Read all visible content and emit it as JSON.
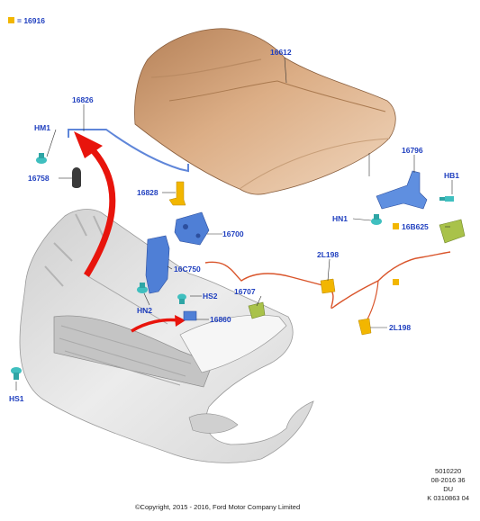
{
  "legend": {
    "swatch_color": "#f2b600",
    "label": "= 16916"
  },
  "parts": {
    "hood": "16612",
    "hood_rod": "16826",
    "hm1_left": "HM1",
    "insulator": "16758",
    "striker": "16828",
    "latch": "16700",
    "latch_bracket": "16C750",
    "hn2": "HN2",
    "hs2": "HS2",
    "handle": "16860",
    "hs1": "HS1",
    "cable_clip": "16707",
    "clip_2l198_upper": "2L198",
    "clip_2l198_lower": "2L198",
    "hinge": "16796",
    "hb1": "HB1",
    "hn1": "HN1",
    "panel": "16B625"
  },
  "footer": {
    "copyright": "©Copyright, 2015 - 2016, Ford Motor Company Limited",
    "ref_line1": "5010220",
    "ref_line2": "08-2016 36",
    "ref_line3": "DU",
    "ref_line4": "K 0310863 04"
  },
  "colors": {
    "label_blue": "#1f3fbf",
    "hood_tan": "#d9a57a",
    "bumper_gray": "#e3e3e3",
    "arrow_red": "#e8140c",
    "fastener_teal": "#3fbfbf",
    "bracket_blue": "#4f7fd6",
    "cable_orange": "#d9542a",
    "clip_yellow": "#f2b600",
    "panel_green": "#a9c24a"
  }
}
